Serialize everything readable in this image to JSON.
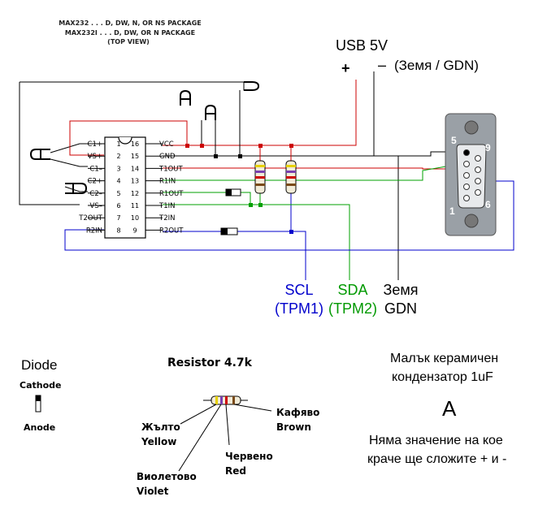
{
  "header": {
    "line1": "MAX232 . . . D, DW, N, OR NS PACKAGE",
    "line2": "MAX232I . . . D, DW, OR N PACKAGE",
    "line3": "(TOP VIEW)"
  },
  "ic": {
    "left_pins": [
      {
        "num": "1",
        "name": "C1+"
      },
      {
        "num": "2",
        "name": "VS+"
      },
      {
        "num": "3",
        "name": "C1–"
      },
      {
        "num": "4",
        "name": "C2+"
      },
      {
        "num": "5",
        "name": "C2–"
      },
      {
        "num": "6",
        "name": "VS–"
      },
      {
        "num": "7",
        "name": "T2OUT"
      },
      {
        "num": "8",
        "name": "R2IN"
      }
    ],
    "right_pins": [
      {
        "num": "16",
        "name": "VCC"
      },
      {
        "num": "15",
        "name": "GND"
      },
      {
        "num": "14",
        "name": "T1OUT"
      },
      {
        "num": "13",
        "name": "R1IN"
      },
      {
        "num": "12",
        "name": "R1OUT"
      },
      {
        "num": "11",
        "name": "T1IN"
      },
      {
        "num": "10",
        "name": "T2IN"
      },
      {
        "num": "9",
        "name": "R2OUT"
      }
    ]
  },
  "power": {
    "usb_label": "USB 5V",
    "plus": "+",
    "minus": "–",
    "ground_label": "(Земя / GDN)"
  },
  "db9": {
    "pin5": "5",
    "pin9": "9",
    "pin1": "1",
    "pin6": "6"
  },
  "signals": {
    "scl_line1": "SCL",
    "scl_line2": "(TPM1)",
    "sda_line1": "SDA",
    "sda_line2": "(TPM2)",
    "gnd_line1": "Земя",
    "gnd_line2": "GDN"
  },
  "legend": {
    "diode_title": "Diode",
    "cathode": "Cathode",
    "anode": "Anode",
    "resistor_title": "Resistor 4.7k",
    "yellow_bg": "Жълто",
    "yellow_en": "Yellow",
    "violet_bg": "Виолетово",
    "violet_en": "Violet",
    "red_bg": "Червено",
    "red_en": "Red",
    "brown_bg": "Кафяво",
    "brown_en": "Brown",
    "cap_line1": "Малък керамичен",
    "cap_line2": "кондензатор 1uF",
    "cap_symbol": "A",
    "cap_note1": "Няма значение на кое",
    "cap_note2": "краче ще сложите + и -"
  },
  "colors": {
    "wire_black": "#000000",
    "wire_red": "#cc0000",
    "wire_green": "#00a000",
    "wire_blue": "#0000cc",
    "scl_text": "#0000cc",
    "sda_text": "#009900"
  }
}
